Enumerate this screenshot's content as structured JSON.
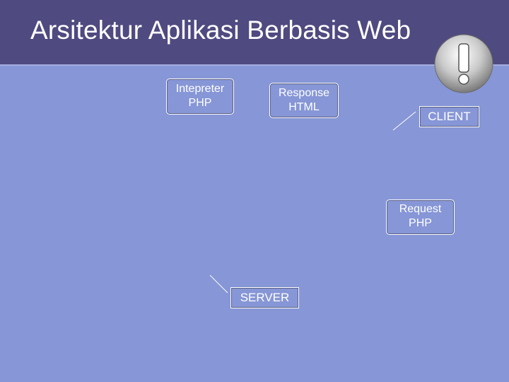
{
  "slide": {
    "title": "Arsitektur Aplikasi Berbasis Web",
    "nodes": {
      "interpreter": [
        "Intepreter",
        "PHP"
      ],
      "response": [
        "Response",
        "HTML"
      ],
      "request": [
        "Request",
        "PHP"
      ],
      "client": "CLIENT",
      "server": "SERVER"
    },
    "icons": [
      "alert-icon"
    ]
  }
}
